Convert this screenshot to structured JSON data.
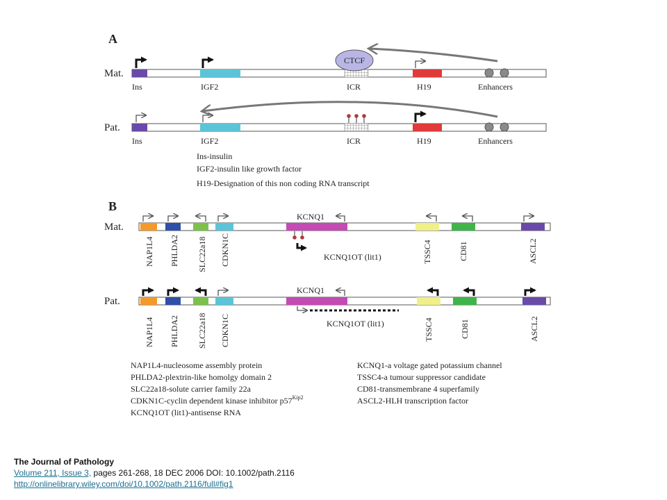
{
  "panel_a": {
    "letter": "A",
    "mat_label": "Mat.",
    "pat_label": "Pat.",
    "ctcf": "CTCF",
    "genes": {
      "ins": "Ins",
      "igf2": "IGF2",
      "icr": "ICR",
      "h19": "H19",
      "enhancers": "Enhancers"
    },
    "legend": [
      "Ins-insulin",
      "IGF2-insulin like growth factor",
      "H19-Designation of this non coding RNA transcript"
    ]
  },
  "panel_b": {
    "letter": "B",
    "mat_label": "Mat.",
    "pat_label": "Pat.",
    "genes": {
      "nap1l4": "NAP1L4",
      "phlda2": "PHLDA2",
      "slc22a18": "SLC22a18",
      "cdkn1c": "CDKN1C",
      "kcnq1": "KCNQ1",
      "kcnq1ot": "KCNQ1OT (lit1)",
      "tssc4": "TSSC4",
      "cd81": "CD81",
      "ascl2": "ASCL2"
    },
    "legend_left": [
      "NAP1L4-nucleosome assembly protein",
      "PHLDA2-plextrin-like homolgy domain 2",
      "SLC22a18-solute carrier family 22a",
      "CDKN1C-cyclin dependent kinase inhibitor p57",
      "KCNQ1OT (lit1)-antisense RNA"
    ],
    "cdkn1c_superscript": "Kip2",
    "legend_right": [
      "KCNQ1-a voltage gated potassium channel",
      "TSSC4-a tumour suppressor candidate",
      "CD81-transmembrane 4 superfamily",
      "ASCL2-HLH transcription factor"
    ]
  },
  "colors": {
    "ins": "#6a4aa8",
    "igf2": "#5bc4d8",
    "h19": "#e03a3a",
    "nap1l4": "#f39a2a",
    "phlda2": "#2f4fa8",
    "slc22a18": "#7cc24a",
    "cdkn1c": "#5bc4d8",
    "kcnq1": "#c44ab4",
    "tssc4": "#f0f08a",
    "cd81": "#3fb44a",
    "ascl2": "#6a4aa8"
  },
  "footer": {
    "journal": "The Journal of Pathology",
    "volume_link": "Volume 211, Issue 3,",
    "citation": " pages 261-268, 18 DEC 2006 DOI: 10.1002/path.2116",
    "url": "http://onlinelibrary.wiley.com/doi/10.1002/path.2116/full#fig1"
  }
}
